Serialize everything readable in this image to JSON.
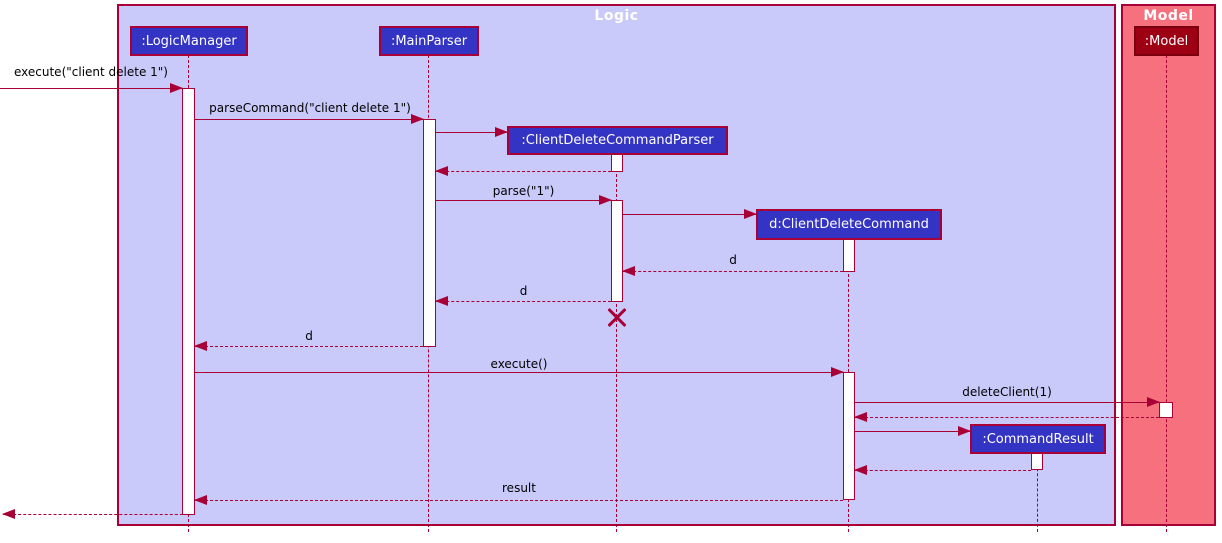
{
  "diagram_type": "uml-sequence-diagram",
  "frames": {
    "logic": {
      "title": "Logic"
    },
    "model": {
      "title": "Model"
    }
  },
  "participants": {
    "logic_manager": ":LogicManager",
    "main_parser": ":MainParser",
    "client_delete_command_parser": ":ClientDeleteCommandParser",
    "client_delete_command": "d:ClientDeleteCommand",
    "command_result": ":CommandResult",
    "model": ":Model"
  },
  "messages": {
    "execute_outer": "execute(\"client delete 1\")",
    "parse_command": "parseCommand(\"client delete 1\")",
    "parse_one": "parse(\"1\")",
    "return_d_to_parser": "d",
    "return_d_to_main_parser": "d",
    "return_d_to_logic_manager": "d",
    "execute_inner": "execute()",
    "delete_client": "deleteClient(1)",
    "result": "result"
  },
  "colors": {
    "line": "#A80036",
    "logic_frame_bg": "#C9C9FA",
    "model_frame_bg": "#F7707E",
    "logic_participant_bg": "#3333C4",
    "model_participant_bg": "#9D0012",
    "participant_text": "#FFFFFF",
    "activation_bg": "#FEFEFE",
    "message_text": "#000000"
  }
}
